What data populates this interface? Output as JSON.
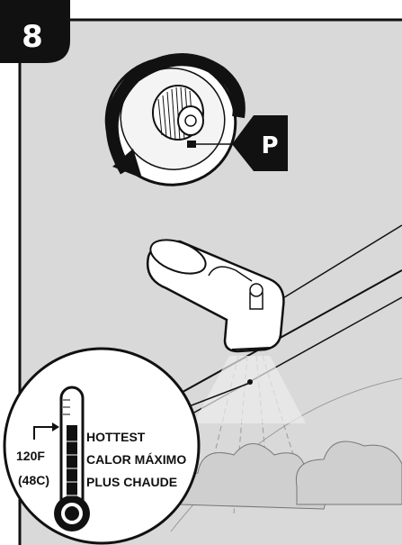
{
  "step": {
    "number": "8"
  },
  "callout": {
    "part_letter": "P"
  },
  "thermometer": {
    "temp_f": "120F",
    "temp_c": "(48C)",
    "label_en": "HOTTEST",
    "label_es": "CALOR MÁXIMO",
    "label_fr": "PLUS CHAUDE"
  },
  "colors": {
    "background_panel": "#d9d9d9",
    "foreground_line": "#111111",
    "badge": "#111111",
    "white": "#ffffff"
  },
  "icons": [
    "handle-rotate-arrow-icon",
    "tub-spout-icon",
    "thermometer-icon"
  ]
}
